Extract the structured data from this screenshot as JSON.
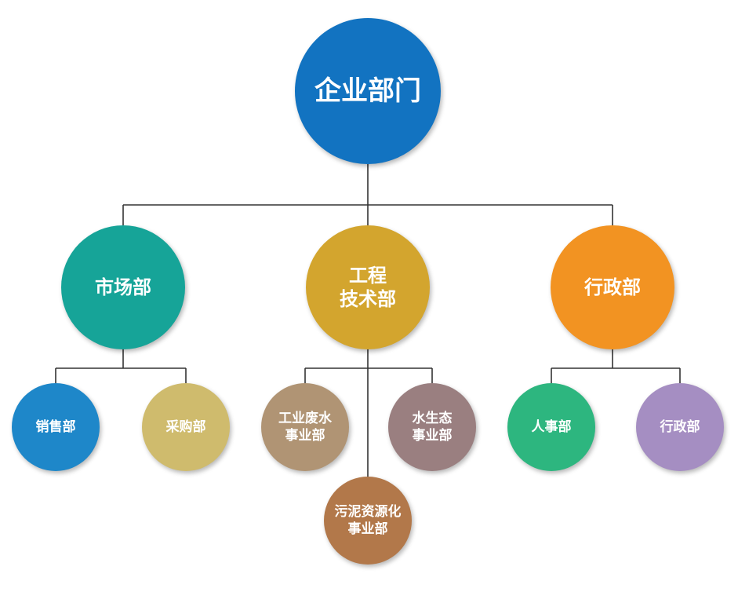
{
  "diagram": {
    "root": {
      "lines": [
        "企业部门"
      ],
      "color": "#1273c1"
    },
    "departments": [
      {
        "id": "market",
        "lines": [
          "市场部"
        ],
        "color": "#16a498",
        "children": [
          {
            "id": "sales",
            "lines": [
              "销售部"
            ],
            "color": "#1e87c9"
          },
          {
            "id": "purchase",
            "lines": [
              "采购部"
            ],
            "color": "#cfbb6d"
          }
        ]
      },
      {
        "id": "engineering",
        "lines": [
          "工程",
          "技术部"
        ],
        "color": "#d3a52e",
        "children": [
          {
            "id": "wastewater",
            "lines": [
              "工业废水",
              "事业部"
            ],
            "color": "#b09474"
          },
          {
            "id": "sludge",
            "lines": [
              "污泥资源化",
              "事业部"
            ],
            "color": "#b2784a"
          },
          {
            "id": "ecology",
            "lines": [
              "水生态",
              "事业部"
            ],
            "color": "#9a7f80"
          }
        ]
      },
      {
        "id": "admin",
        "lines": [
          "行政部"
        ],
        "color": "#f29322",
        "children": [
          {
            "id": "hr",
            "lines": [
              "人事部"
            ],
            "color": "#2db67f"
          },
          {
            "id": "admin-office",
            "lines": [
              "行政部"
            ],
            "color": "#a58ec2"
          }
        ]
      }
    ],
    "line_color": "#333333"
  }
}
